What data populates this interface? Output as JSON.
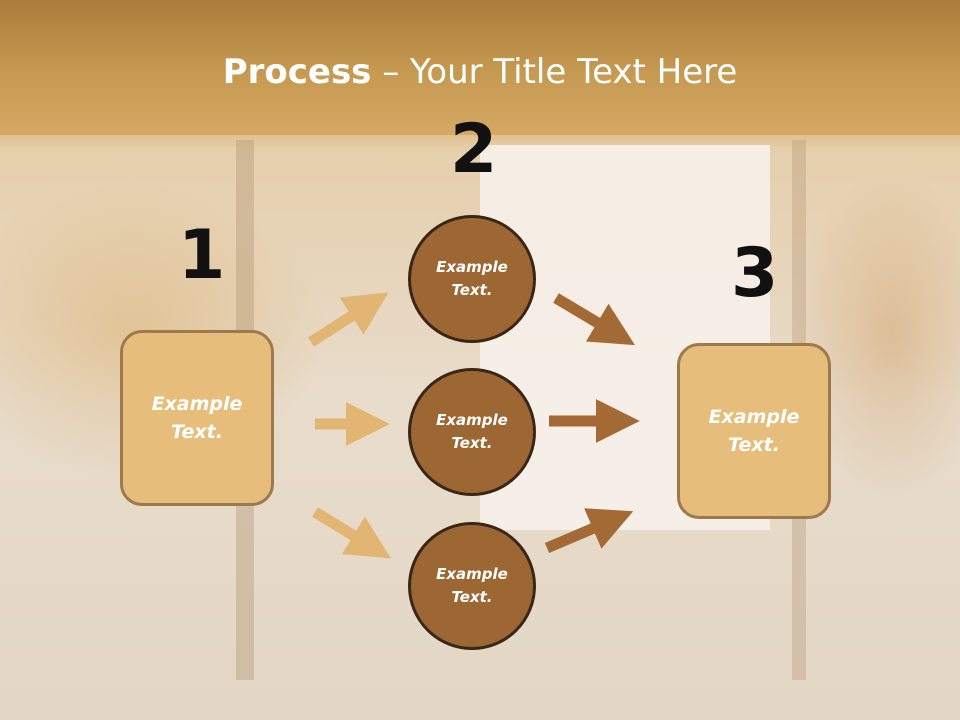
{
  "title": {
    "bold": "Process",
    "rest": " – Your Title Text Here"
  },
  "steps": [
    {
      "number": "1"
    },
    {
      "number": "2"
    },
    {
      "number": "3"
    }
  ],
  "boxes": [
    {
      "text": "Example Text."
    },
    {
      "text": "Example Text."
    }
  ],
  "circles": [
    {
      "text": "Example Text."
    },
    {
      "text": "Example Text."
    },
    {
      "text": "Example Text."
    }
  ],
  "colors": {
    "title_band": "#c79a52",
    "box_fill": "#e7bd7c",
    "box_border": "#9c7a4d",
    "circle_fill": "#9c6733",
    "circle_border": "#3a2616",
    "arrow_light": "#e2b572",
    "arrow_dark": "#a36a35"
  }
}
